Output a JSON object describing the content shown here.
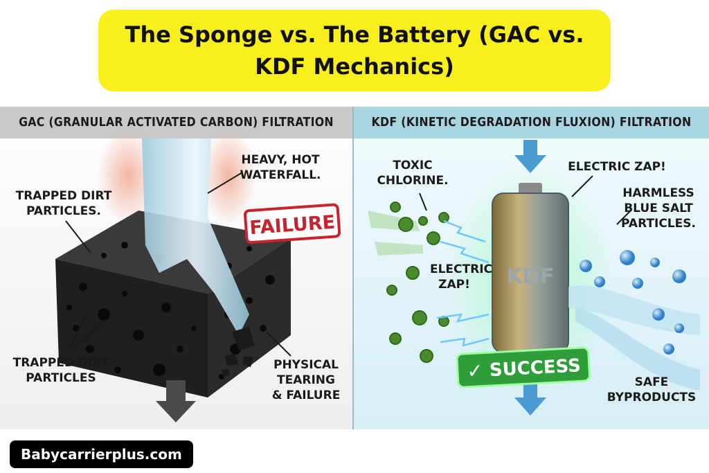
{
  "title": {
    "line1": "The Sponge vs. The Battery (GAC vs.",
    "line2": "KDF Mechanics)"
  },
  "left_panel": {
    "header": "GAC (GRANULAR ACTIVATED CARBON) FILTRATION",
    "labels": {
      "heavy_hot": [
        "HEAVY, HOT",
        "WATERFALL."
      ],
      "trapped_top": [
        "TRAPPED DIRT",
        "PARTICLES."
      ],
      "failure_stamp": "FAILURE",
      "trapped_bottom": [
        "TRAPPED DIRT",
        "PARTICLES"
      ],
      "tearing": [
        "PHYSICAL",
        "TEARING",
        "& FAILURE"
      ]
    }
  },
  "right_panel": {
    "header": "KDF (KINETIC DEGRADATION FLUXION) FILTRATION",
    "labels": {
      "toxic": [
        "TOXIC",
        "CHLORINE."
      ],
      "electric_top": "ELECTRIC ZAP!",
      "harmless": [
        "HARMLESS",
        "BLUE SALT",
        "PARTICLES."
      ],
      "electric_mid": [
        "ELECTRIC",
        "ZAP!"
      ],
      "battery_text": "KDF",
      "success_stamp": "SUCCESS",
      "safe": [
        "SAFE",
        "BYPRODUCTS"
      ]
    }
  },
  "footer": {
    "brand": "Babycarrierplus.com"
  },
  "colors": {
    "title_bg": "#f9ef1c",
    "failure_red": "#c8232c",
    "success_green": "#2e9e3a",
    "left_band": "#c9c9c9",
    "right_band": "#a9d5e3"
  }
}
